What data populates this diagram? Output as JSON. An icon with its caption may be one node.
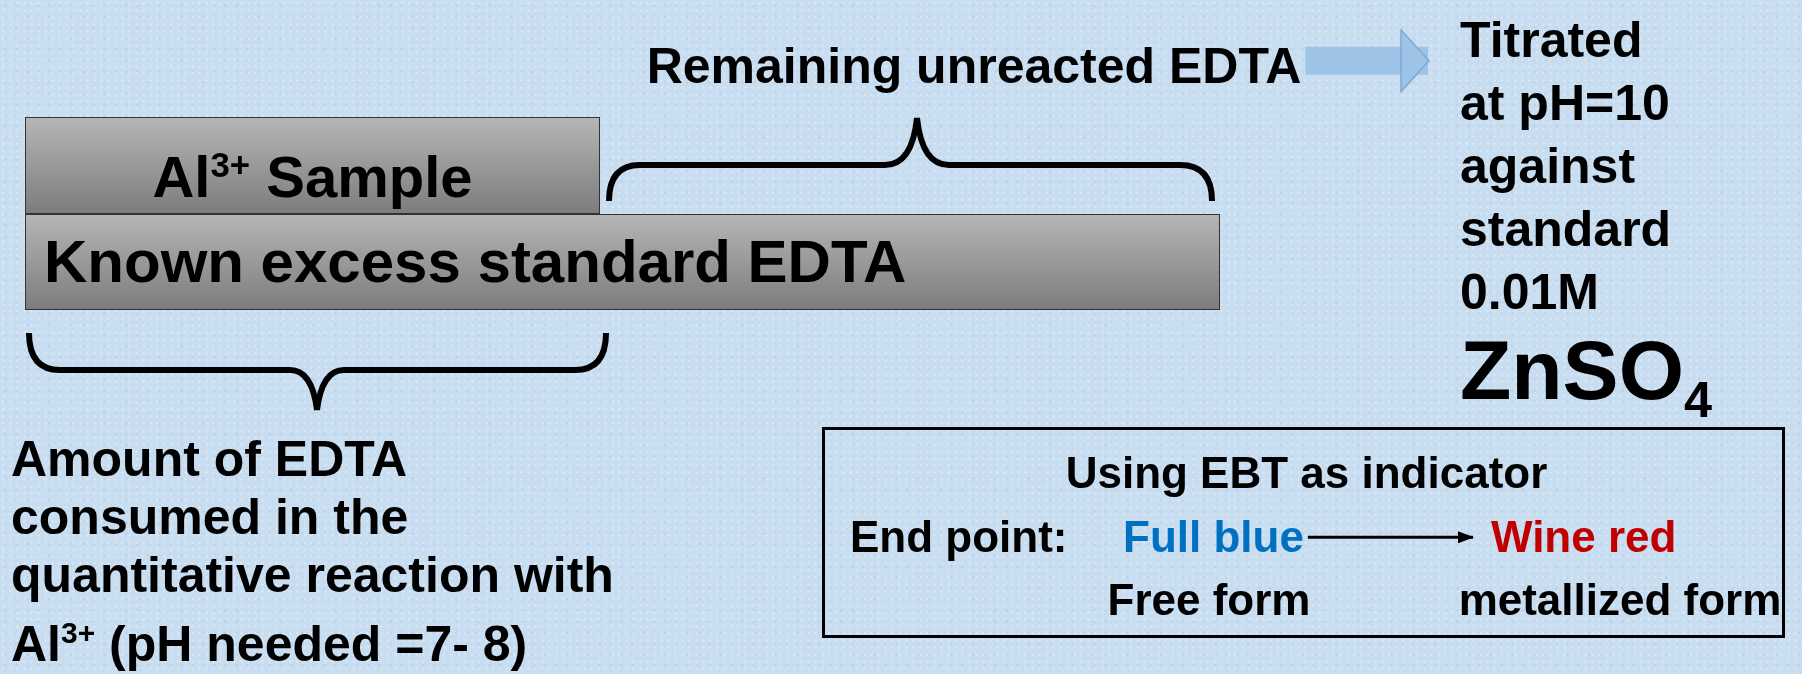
{
  "diagram": {
    "nodes": [
      {
        "text": [
          "Al$^{3+}$ Sample"
        ]
      },
      {
        "text": [
          "Known excess standard EDTA"
        ]
      },
      {
        "text": [
          "Remaining unreacted EDTA"
        ]
      },
      {
        "text": [
          "Titrated at pH=10 against standard 0.01M",
          "ZnSO$_{4}$"
        ]
      },
      {
        "text": [
          "Using EBT as indicator",
          "End point:"
        ]
      },
      {
        "text": [
          "Full blue"
        ],
        "in": 4,
        "beside": [
          "Free form"
        ]
      },
      {
        "text": [
          "Wine red"
        ],
        "in": 4,
        "beside": [
          "metallized form"
        ]
      }
    ],
    "edges": [
      {
        "from": 2,
        "to": 3,
        "arrow": "to",
        "style": "thick",
        "color": "#9dc3e6"
      },
      {
        "from": 5,
        "to": 6,
        "arrow": "to",
        "color": "#000000"
      }
    ],
    "labels": [
      "Amount of EDTA consumed in the quantitative reaction with Al$^{3+}$  (pH needed =7- 8)"
    ]
  }
}
